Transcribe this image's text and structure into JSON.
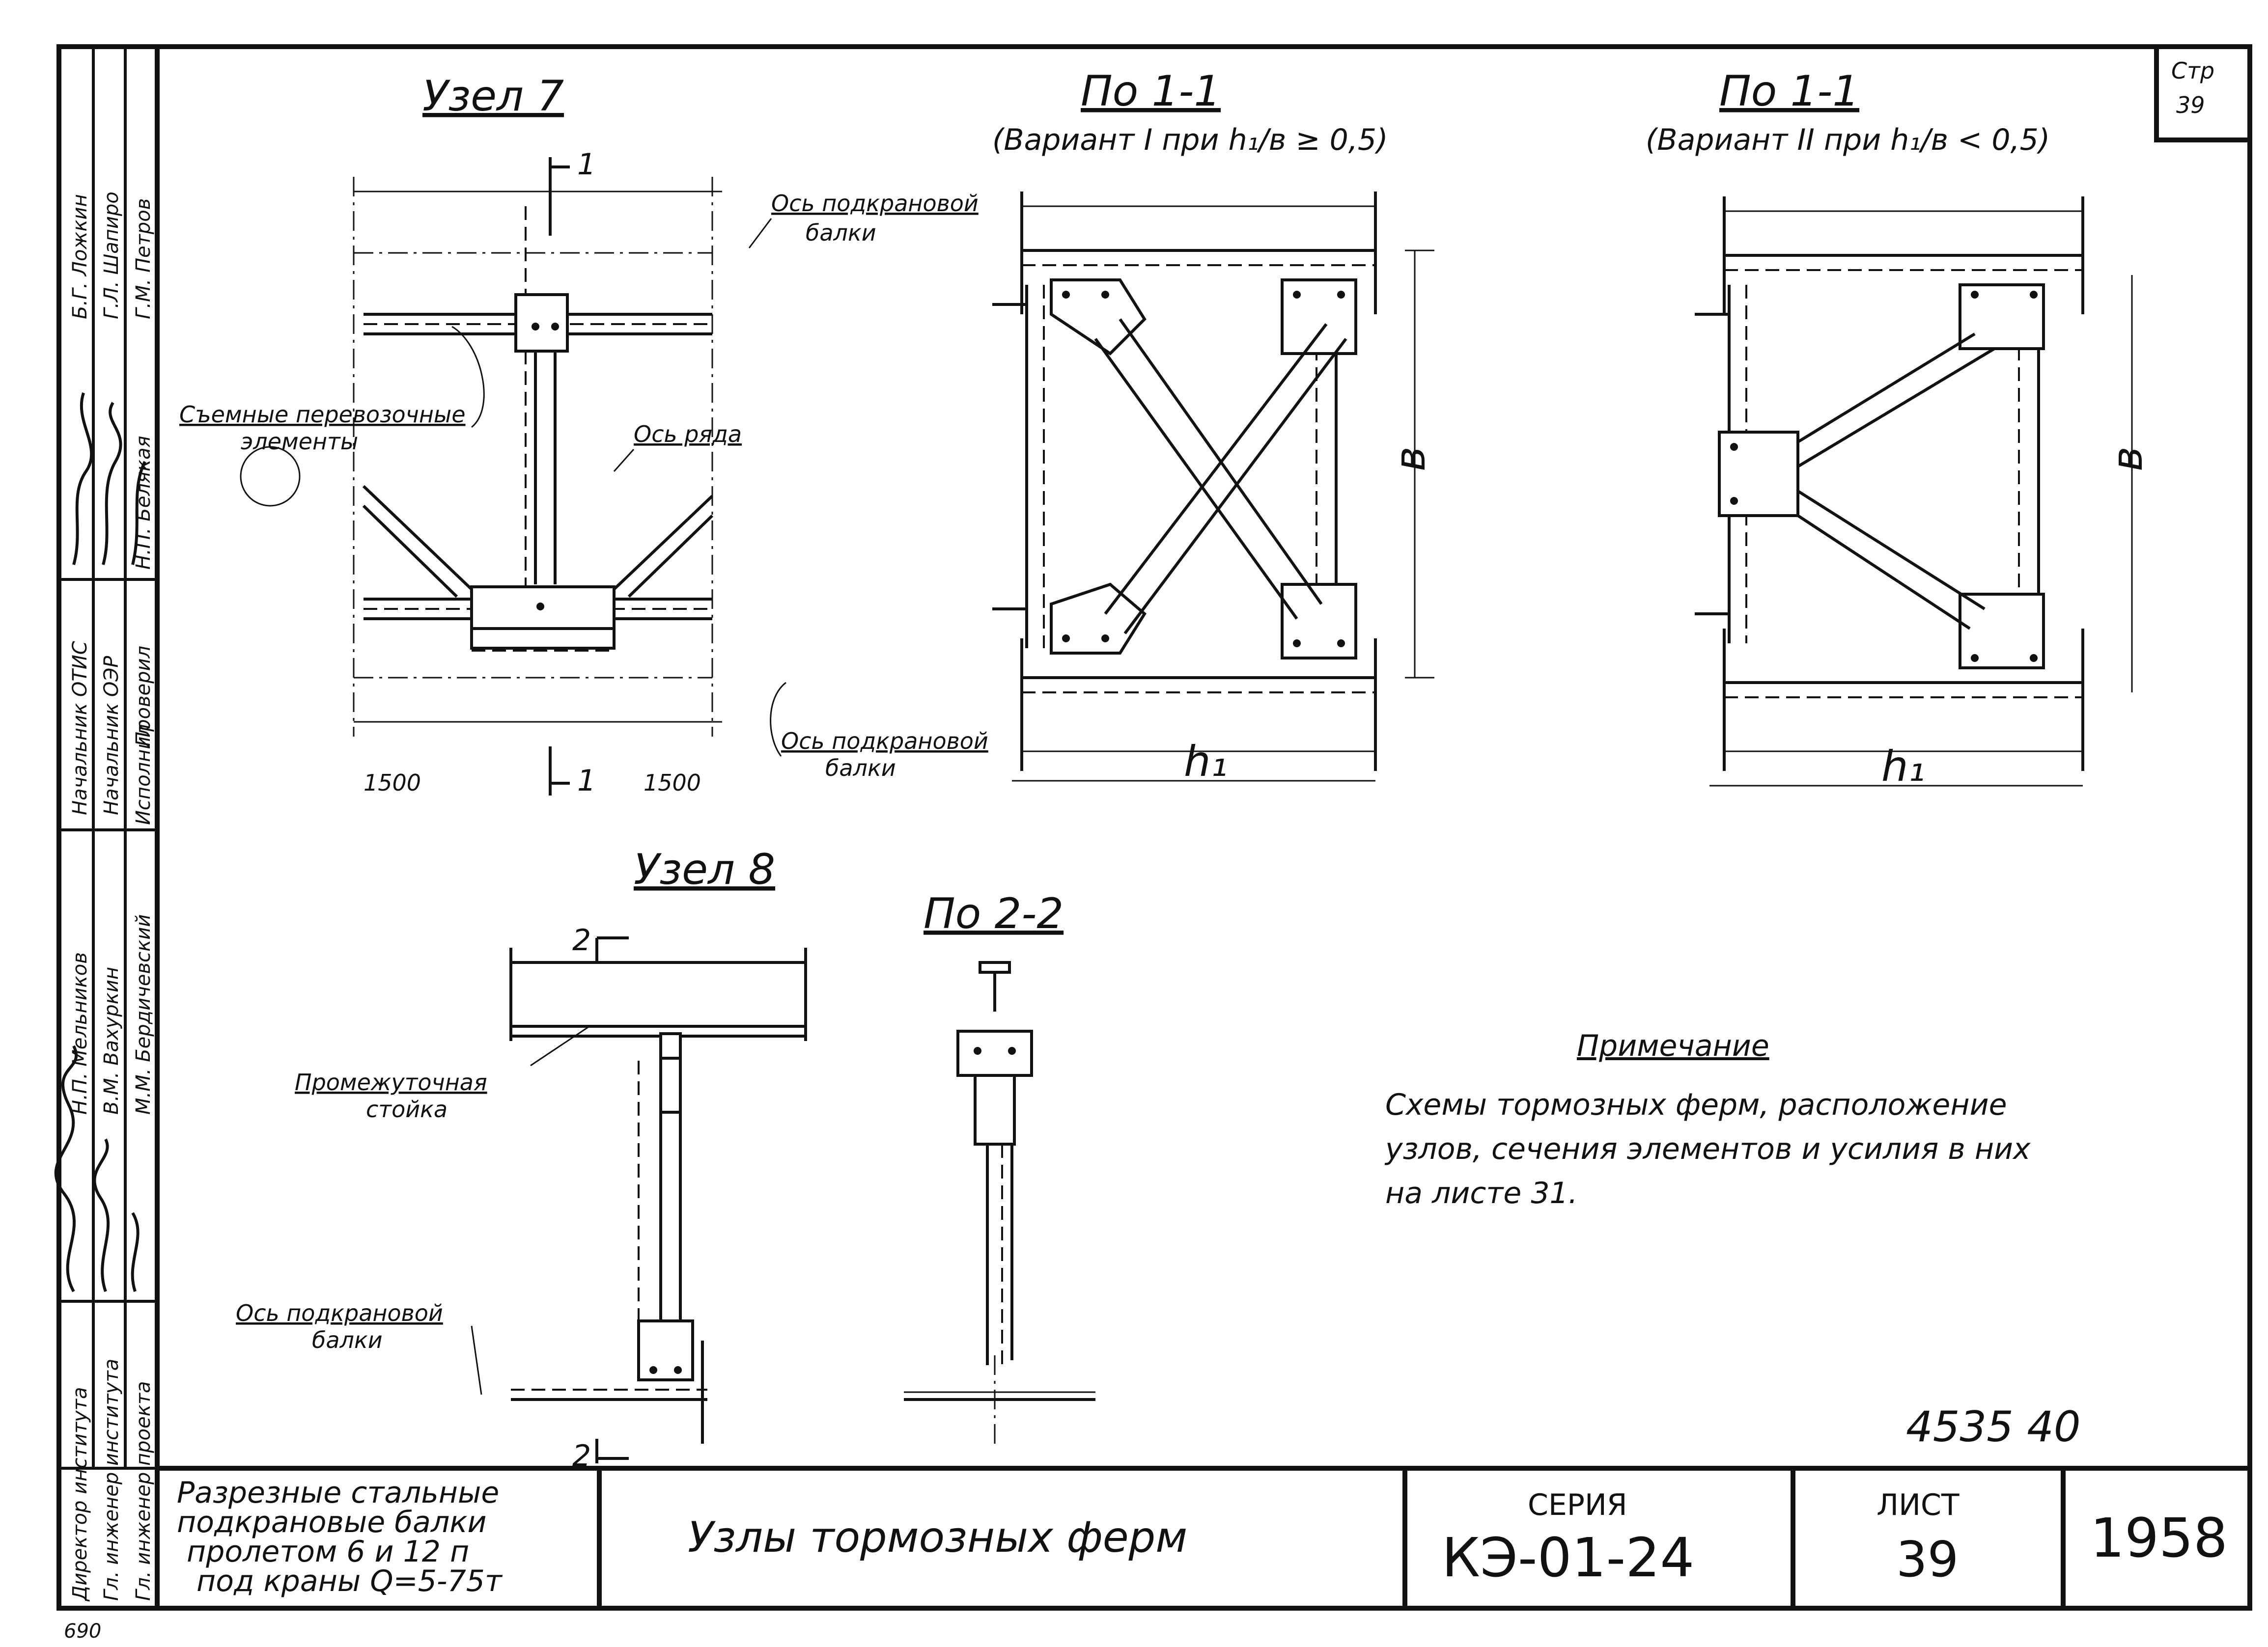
{
  "sheet": {
    "page_corner": {
      "label": "Стр",
      "number": "39"
    },
    "side_stamp": {
      "headers": [
        "Б.Г. Ложкин",
        "Г.Л. Шапиро",
        "Г.М. Петров",
        "Н.П. Белякая"
      ],
      "roles": [
        "Начальник ОТИС",
        "Начальник ОЭР",
        "Проверил",
        "Исполнил"
      ],
      "names_lower": [
        "Н.П. Мельников",
        "В.М. Вахуркин",
        "М.М. Бердичевский"
      ],
      "roles_lower": [
        "Директор института",
        "Гл. инженер института",
        "Гл. инженер проекта"
      ]
    },
    "node7": {
      "title": "Узел 7",
      "section_mark_top": "1",
      "section_mark_bottom": "1",
      "axis_crane_top": "Ось подкрановой",
      "axis_crane_top2": "балки",
      "axis_crane_bottom": "Ось подкрановой",
      "axis_crane_bottom2": "балки",
      "removable_label": "Съемные перевозочные",
      "removable_label2": "элементы",
      "row_axis": "Ось ряда",
      "dim_left": "1500",
      "dim_right": "1500"
    },
    "section1": {
      "title": "По 1-1",
      "subtitle": "(Вариант I при h₁/в ≥ 0,5)",
      "dim_height": "в",
      "dim_width": "h₁"
    },
    "section1b": {
      "title": "По 1-1",
      "subtitle": "(Вариант II при h₁/в < 0,5)",
      "dim_height": "в",
      "dim_width": "h₁"
    },
    "node8": {
      "title": "Узел 8",
      "section_mark_top": "2",
      "section_mark_bottom": "2",
      "intermediate_post": "Промежуточная",
      "intermediate_post2": "стойка",
      "axis_crane": "Ось подкрановой",
      "axis_crane2": "балки"
    },
    "section2": {
      "title": "По 2-2"
    },
    "note": {
      "title": "Примечание",
      "lines": [
        "Схемы тормозных ферм, расположение",
        "узлов, сечения элементов и усилия в них",
        "на листе 31."
      ]
    },
    "archive_number": "4535 40",
    "corner_mark": "690",
    "title_block": {
      "description_lines": [
        "Разрезные стальные",
        "подкрановые балки",
        "пролетом 6 и 12 п",
        "под краны Q=5-75т"
      ],
      "drawing_title": "Узлы тормозных ферм",
      "series_label": "СЕРИЯ",
      "series_value": "КЭ-01-24",
      "sheet_label": "ЛИСТ",
      "sheet_value": "39",
      "year": "1958"
    }
  }
}
